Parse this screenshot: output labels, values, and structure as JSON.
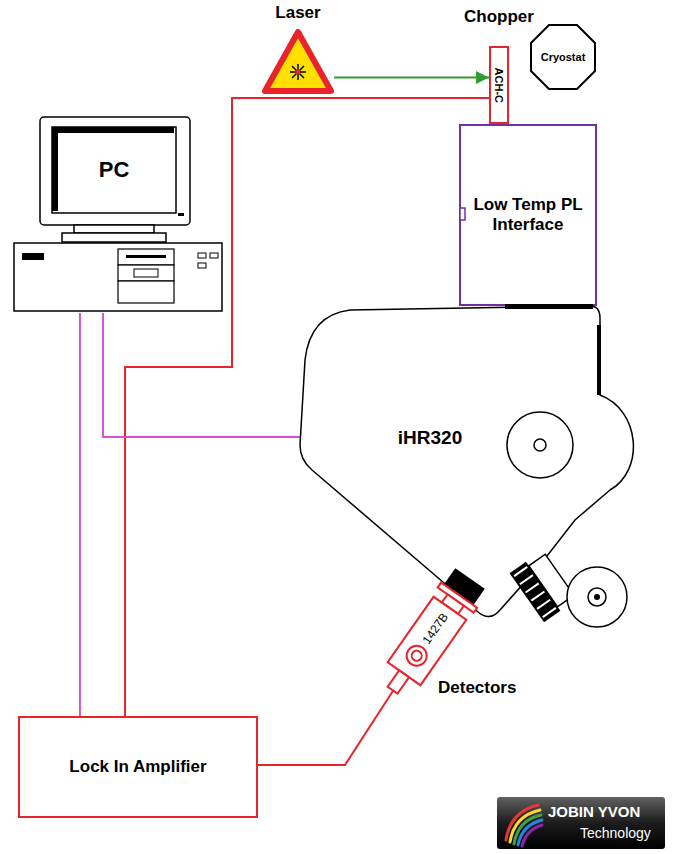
{
  "diagram": {
    "nodes": [
      {
        "text": [
          "Laser"
        ]
      },
      {
        "text": [
          "Chopper",
          "ACH-C"
        ]
      },
      {
        "text": [
          "Cryostat"
        ]
      },
      {
        "text": [
          "Low Temp PL Interface"
        ]
      },
      {
        "text": [
          "PC"
        ]
      },
      {
        "text": [
          "iHR320"
        ]
      },
      {
        "text": [
          "1427B"
        ]
      },
      {
        "text": [
          "Lock In Amplifier"
        ]
      }
    ],
    "edges": [
      {
        "from": 0,
        "to": 1,
        "arrow": "to"
      },
      {
        "from": 1,
        "to": 7,
        "arrow": "none"
      },
      {
        "from": 4,
        "to": 5,
        "arrow": "none"
      },
      {
        "from": 4,
        "to": 7,
        "arrow": "none"
      },
      {
        "from": 6,
        "to": 7,
        "arrow": "none"
      }
    ],
    "labels": [
      "Detectors",
      "JOBIN YVON",
      "Technology"
    ]
  }
}
